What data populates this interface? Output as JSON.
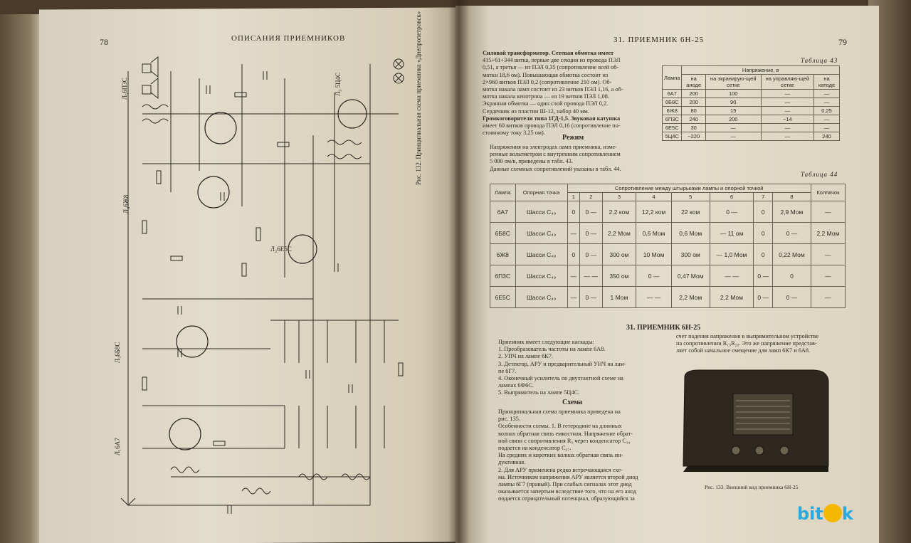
{
  "left_page": {
    "page_number": "78",
    "header": "ОПИСАНИЯ ПРИЕМНИКОВ",
    "figure_caption": "Рис. 132. Принципиальная схема приемника «Днепропетровск»",
    "tube_labels": [
      "Л₃ 5Ц4С",
      "Л₅6П3С",
      "Л₄6Ж8",
      "Л₃6Б8С",
      "Л₂6Е5С",
      "Л₁6А7"
    ]
  },
  "right_page": {
    "page_number": "79",
    "header": "31. ПРИЕМНИК 6Н-25",
    "intro_lines": [
      "Силовой трансформатор. Сетевая обмотка имеет",
      "415+61+344 витка, первые две секции из провода ПЭЛ",
      "0,51, а третья — из ПЭЛ 0,35 (сопротивление всей об-",
      "мотки 18,6 ом). Повышающая обмотка состоит из",
      "2×960 витков ПЭЛ 0,2 (сопротивление 210 ом). Об-",
      "мотка накала ламп состоит из 23 витков ПЭЛ 1,16, а об-",
      "мотка накала кенотрона — из 19 витков ПЭЛ 1,08.",
      "Экранная обмотка — один слой провода ПЭЛ 0,2.",
      "Сердечник из пластин Ш-12, набор 40 мм.",
      "Громкоговорители типа 1ГД-1,5. Звуковая катушка",
      "имеет 60 витков провода ПЭЛ 0,16 (сопротивление по-",
      "стоянному току 3,25 ом)."
    ],
    "mode_heading": "Режим",
    "mode_lines": [
      "Напряжения на электродах ламп приемника, изме-",
      "ренные вольтметром с внутренним сопротивлением",
      "5 000 ом/в, приведены в табл. 43.",
      "Данные схемных сопротивлений указаны в табл. 44."
    ],
    "table43": {
      "caption": "Таблица 43",
      "super_header": "Напряжение, в",
      "headers": [
        "Лампа",
        "на аноде",
        "на экранирую-щей сетке",
        "на управляю-щей сетке",
        "на катоде"
      ],
      "rows": [
        [
          "6А7",
          "200",
          "100",
          "—",
          "—"
        ],
        [
          "6Б8С",
          "200",
          "90",
          "—",
          "—"
        ],
        [
          "6Ж8",
          "80",
          "15",
          "—",
          "0,25"
        ],
        [
          "6П3С",
          "240",
          "200",
          "−14",
          "—"
        ],
        [
          "6Е5С",
          "30",
          "—",
          "—",
          "—"
        ],
        [
          "5Ц4С",
          "~220",
          "—",
          "—",
          "240"
        ]
      ]
    },
    "table44": {
      "caption": "Таблица 44",
      "super_header": "Сопротивление между штырьками лампы и опорной точкой",
      "col1": "Лампа",
      "col2": "Опорная точка",
      "pins": [
        "1",
        "2",
        "3",
        "4",
        "5",
        "6",
        "7",
        "8"
      ],
      "last_col": "Колпачок",
      "rows": [
        [
          "6А7",
          "Шасси C₄₉",
          "0",
          "0 —",
          "2,2 ком",
          "12,2 ком",
          "22 ком",
          "0 —",
          "0",
          "2,9 Мом",
          "—"
        ],
        [
          "6Б8С",
          "Шасси C₄₉",
          "—",
          "0 —",
          "2,2 Мом",
          "0,6 Мом",
          "0,6 Мом",
          "— 11 ом",
          "0",
          "0 —",
          "2,2 Мом"
        ],
        [
          "6Ж8",
          "Шасси C₄₉",
          "0",
          "0 —",
          "300 ом",
          "10 Мом",
          "300 ом",
          "— 1,0 Мом",
          "0",
          "0,22 Мом",
          "—"
        ],
        [
          "6П3С",
          "Шасси C₄₉",
          "—",
          "— —",
          "350 ом",
          "0 —",
          "0,47 Мом",
          "— —",
          "0 —",
          "0",
          "—"
        ],
        [
          "6Е5С",
          "Шасси C₄₉",
          "—",
          "0 —",
          "1 Мом",
          "— —",
          "2,2 Мом",
          "2,2 Мом",
          "0 —",
          "0 —",
          "—"
        ]
      ]
    },
    "section_heading": "31. ПРИЕМНИК 6Н-25",
    "stages_lines": [
      "Приемник имеет следующие каскады:",
      "1. Преобразователь частоты на лампе 6А8.",
      "2. УПЧ на лампе 6К7.",
      "3. Детектор, АРУ и предварительный УНЧ на лам-",
      "пе 6Г7.",
      "4. Оконечный усилитель по двухтактной схеме на",
      "лампах 6Ф6С.",
      "5. Выпрямитель на лампе 5Ц4С."
    ],
    "right_col_lines": [
      "счет падения напряжения в выпрямительном устройстве",
      "на сопротивлении R₁₉R₂₀. Это же напряжение представ-",
      "ляет собой начальное смещение для ламп 6К7 и 6А8."
    ],
    "schema_heading": "Схема",
    "schema_lines": [
      "Принципиальная схема приемника приведена на",
      "рис. 135.",
      "Особенности схемы. 1. В гетеродине на длинных",
      "волнах обратная связь емкостная. Напряжение обрат-",
      "ной связи с сопротивления R₃ через конденсатор C₃₄",
      "подается на конденсатор C₂₇.",
      "На средних и коротких волнах обратная связь ин-",
      "дуктивная.",
      "2. Для АРУ применена редко встречающаяся схе-",
      "ма. Источником напряжения АРУ является второй диод",
      "лампы 6Г7 (правый). При слабых сигналах этот диод",
      "оказывается запертым вследствие того, что на его анод",
      "подается отрицательный потенциал, образующийся за"
    ],
    "figure_caption": "Рис. 133. Внешний вид приемника 6Н-25"
  },
  "watermark": {
    "text_a": "bit",
    "text_b": "k"
  },
  "colors": {
    "paper": "#e3dccb",
    "ink": "#2b2620",
    "logo_blue": "#2aa8e0",
    "logo_yellow": "#f5b800"
  }
}
